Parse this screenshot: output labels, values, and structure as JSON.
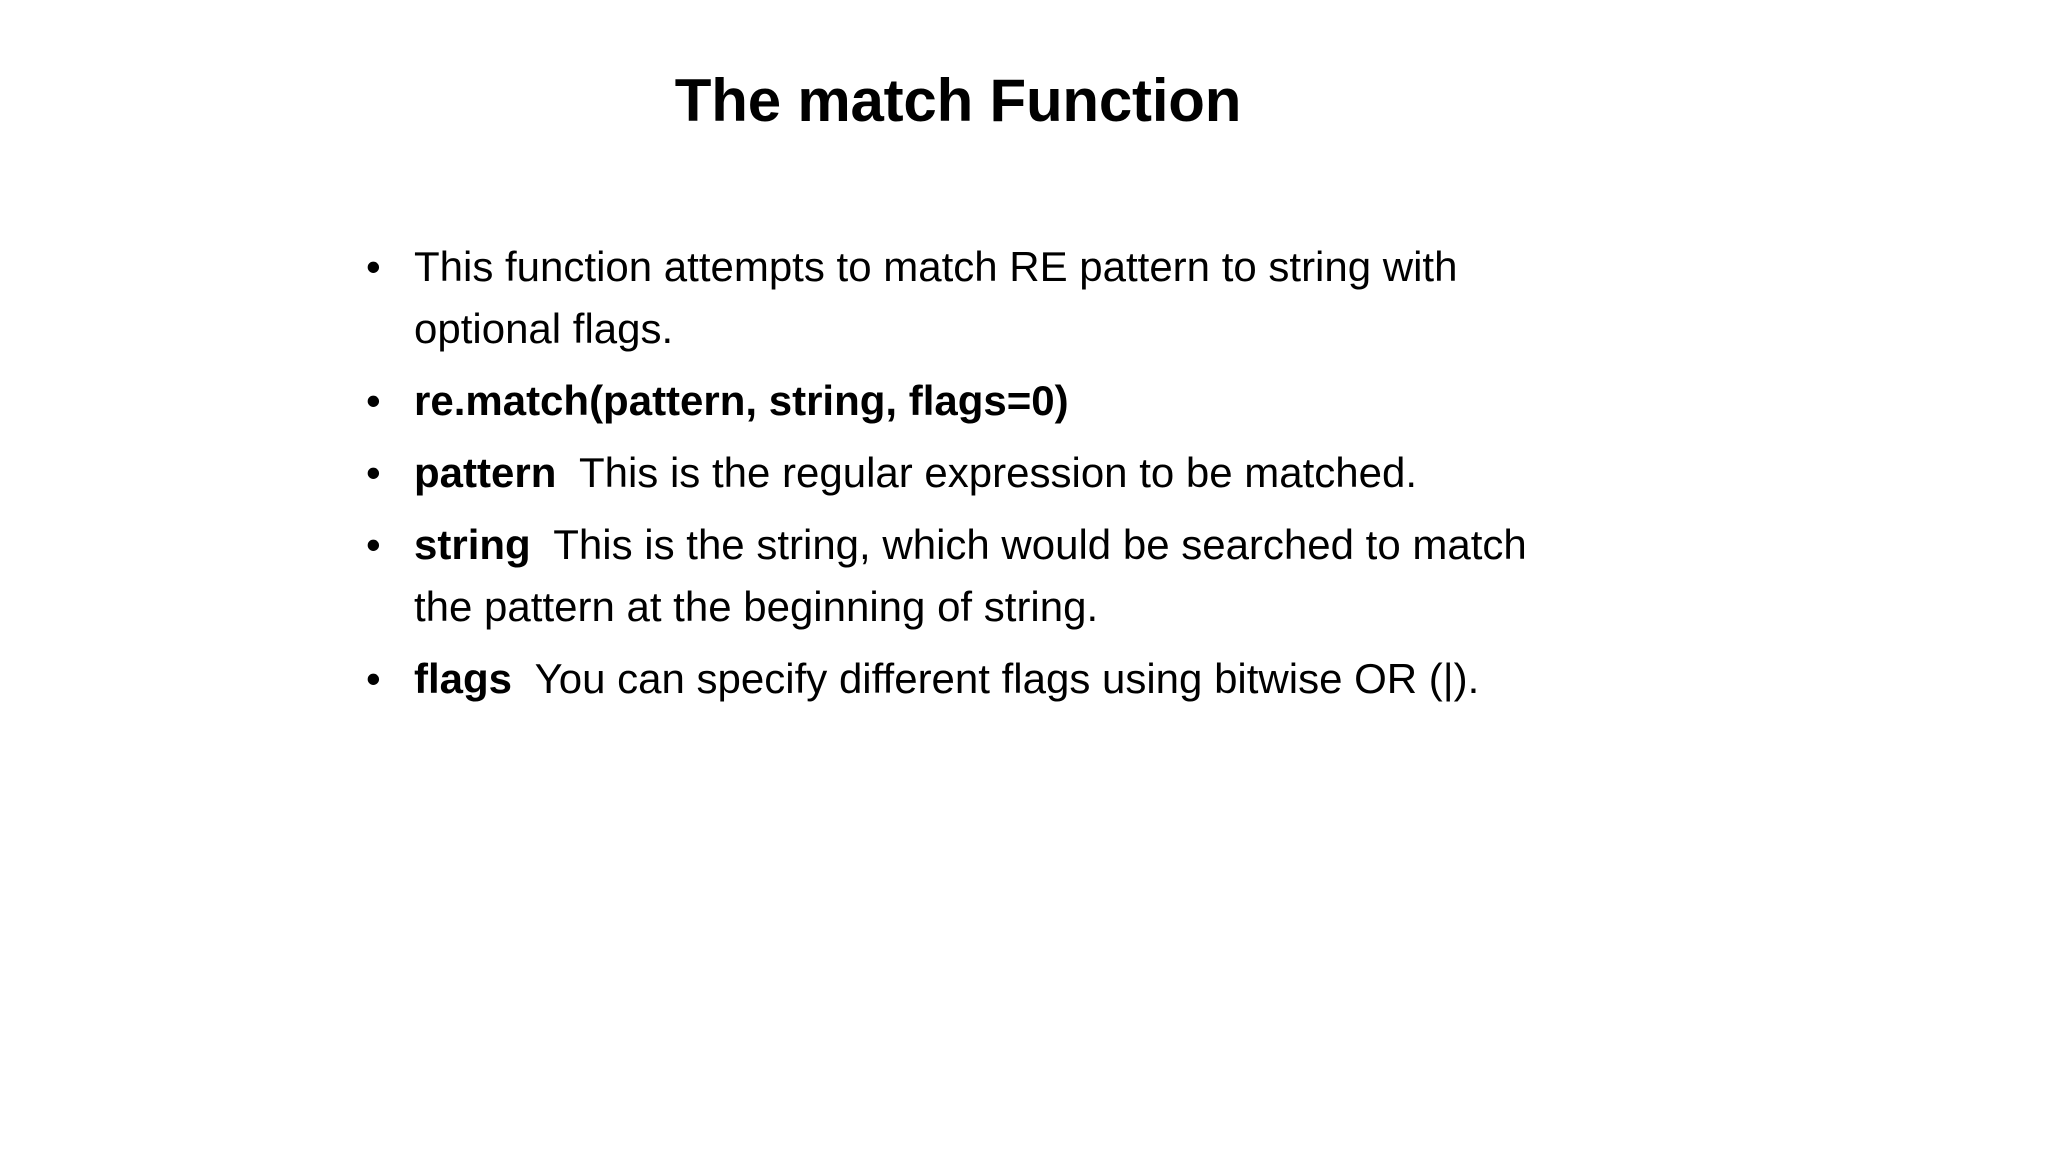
{
  "slide": {
    "title": "The match Function",
    "background_color": "#FFFFFF",
    "text_color": "#000000",
    "bullet_glyph": "•",
    "bullets": [
      {
        "marker": "•",
        "term": "",
        "gap": "",
        "text": "This function attempts to match RE pattern to string with optional flags.",
        "bold": false
      },
      {
        "marker": "•",
        "term": "",
        "gap": "",
        "text": "re.match(pattern, string, flags=0)",
        "bold": true
      },
      {
        "marker": "•",
        "term": "pattern",
        "gap": "  ",
        "text": "This is the regular expression to be matched.",
        "bold": false
      },
      {
        "marker": "•",
        "term": "string",
        "gap": "  ",
        "text": "This is the string, which would be searched to match the pattern at the beginning of string.",
        "bold": false
      },
      {
        "marker": "•",
        "term": "flags",
        "gap": "  ",
        "text": "You can specify different flags using bitwise OR (|).",
        "bold": false
      }
    ]
  }
}
